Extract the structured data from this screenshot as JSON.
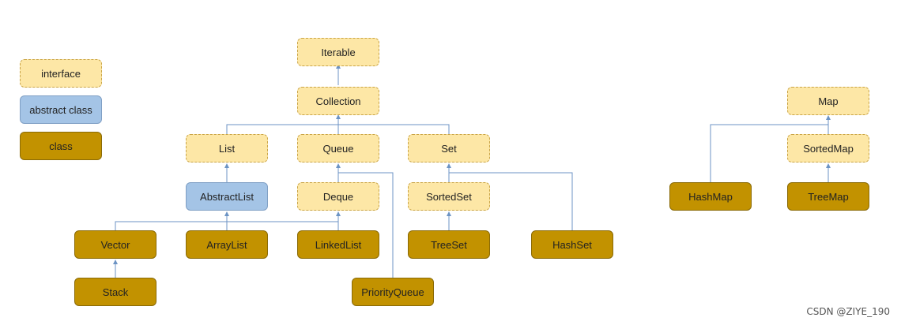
{
  "legend": {
    "interface": "interface",
    "abstract_class": "abstract class",
    "class": "class"
  },
  "nodes": {
    "iterable": "Iterable",
    "collection": "Collection",
    "list": "List",
    "queue": "Queue",
    "set": "Set",
    "abstract_list": "AbstractList",
    "deque": "Deque",
    "sorted_set": "SortedSet",
    "vector": "Vector",
    "array_list": "ArrayList",
    "linked_list": "LinkedList",
    "tree_set": "TreeSet",
    "hash_set": "HashSet",
    "stack": "Stack",
    "priority_queue": "PriorityQueue",
    "map": "Map",
    "sorted_map": "SortedMap",
    "hash_map": "HashMap",
    "tree_map": "TreeMap"
  },
  "colors": {
    "interface_fill": "#fde7a6",
    "abstract_fill": "#a4c4e6",
    "class_fill": "#c29200",
    "edge": "#6c93c4"
  },
  "watermark": "CSDN @ZIYE_190"
}
